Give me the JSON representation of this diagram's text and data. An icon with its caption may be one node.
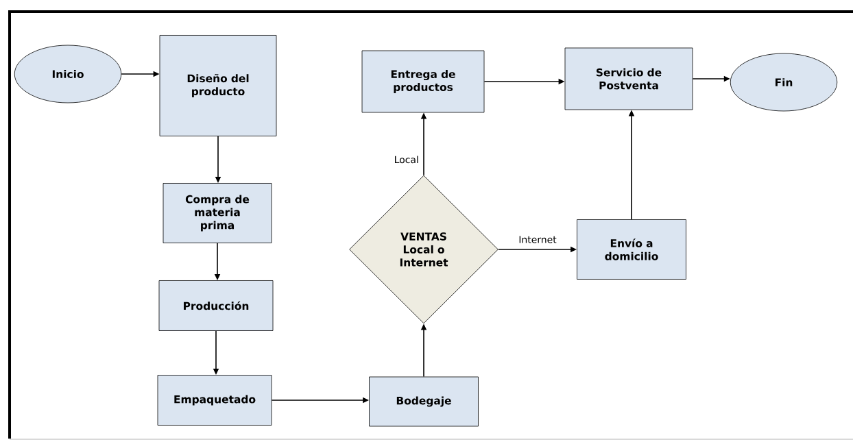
{
  "diagram": {
    "nodes": [
      {
        "text": [
          "Inicio"
        ]
      },
      {
        "text": [
          "Diseño del producto"
        ]
      },
      {
        "text": [
          "Compra de materia prima"
        ]
      },
      {
        "text": [
          "Producción"
        ]
      },
      {
        "text": [
          "Empaquetado"
        ]
      },
      {
        "text": [
          "Bodegaje"
        ]
      },
      {
        "text": [
          "VENTAS Local o Internet"
        ]
      },
      {
        "text": [
          "Entrega de productos"
        ]
      },
      {
        "text": [
          "Servicio de Postventa"
        ]
      },
      {
        "text": [
          "Fin"
        ]
      },
      {
        "text": [
          "Envío a domicilio"
        ]
      }
    ],
    "edges": [
      {
        "from": 0,
        "to": 1,
        "arrow": "to"
      },
      {
        "from": 1,
        "to": 2,
        "arrow": "to"
      },
      {
        "from": 2,
        "to": 3,
        "arrow": "to"
      },
      {
        "from": 3,
        "to": 4,
        "arrow": "to"
      },
      {
        "from": 4,
        "to": 5,
        "arrow": "to"
      },
      {
        "from": 5,
        "to": 6,
        "arrow": "to"
      },
      {
        "from": 6,
        "to": 7,
        "arrow": "to",
        "label": "Local"
      },
      {
        "from": 6,
        "to": 10,
        "arrow": "to",
        "label": "Internet"
      },
      {
        "from": 7,
        "to": 8,
        "arrow": "to"
      },
      {
        "from": 10,
        "to": 8,
        "arrow": "to"
      },
      {
        "from": 8,
        "to": 9,
        "arrow": "to"
      }
    ]
  }
}
